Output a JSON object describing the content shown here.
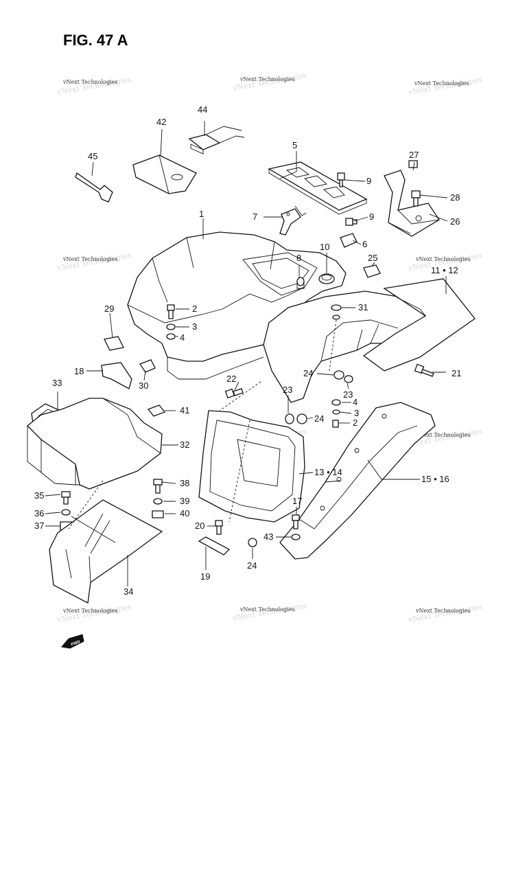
{
  "figure": {
    "title": "FIG. 47 A"
  },
  "watermark": {
    "text": "vNext Technologies"
  },
  "fwd_label": "FWD",
  "callouts": {
    "c1": "1",
    "c2a": "2",
    "c2b": "2",
    "c3a": "3",
    "c3b": "3",
    "c4a": "4",
    "c4b": "4",
    "c5": "5",
    "c6": "6",
    "c7": "7",
    "c8": "8",
    "c9a": "9",
    "c9b": "9",
    "c10": "10",
    "c11_12": "11 • 12",
    "c13_14": "13 • 14",
    "c15_16": "15 • 16",
    "c17": "17",
    "c18": "18",
    "c19": "19",
    "c20": "20",
    "c21": "21",
    "c22": "22",
    "c23a": "23",
    "c23b": "23",
    "c24a": "24",
    "c24b": "24",
    "c24c": "24",
    "c25": "25",
    "c26": "26",
    "c27": "27",
    "c28": "28",
    "c29": "29",
    "c30": "30",
    "c31": "31",
    "c32": "32",
    "c33": "33",
    "c34": "34",
    "c35": "35",
    "c36": "36",
    "c37": "37",
    "c38": "38",
    "c39": "39",
    "c40": "40",
    "c41": "41",
    "c42": "42",
    "c43": "43",
    "c44": "44",
    "c45": "45"
  }
}
